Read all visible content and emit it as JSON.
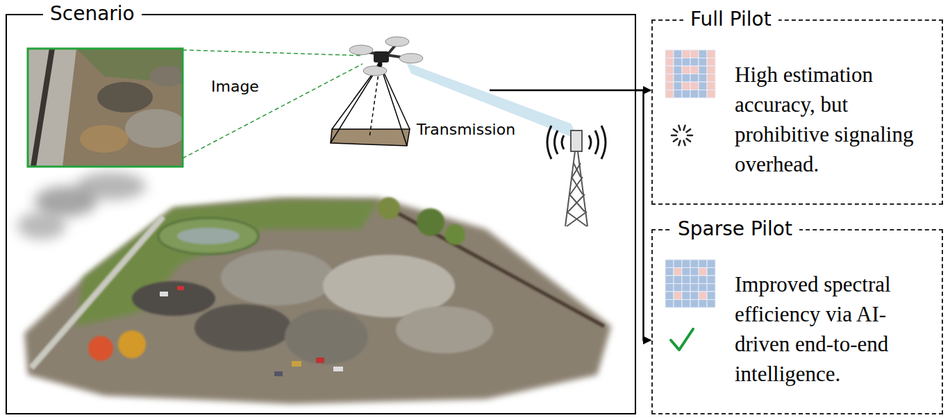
{
  "diagram": {
    "nodes": [
      {
        "text": [
          "Scenario"
        ]
      },
      {
        "text": [
          "Full Pilot",
          "High estimation accuracy, but prohibitive signaling overhead."
        ]
      },
      {
        "text": [
          "Sparse Pilot",
          "Improved spectral efficiency via AI-driven end-to-end intelligence."
        ]
      }
    ],
    "edges": [
      {
        "from": 0,
        "to": 1,
        "arrow": "to"
      },
      {
        "from": 0,
        "to": 2,
        "arrow": "to"
      }
    ],
    "labels": [
      "Image",
      "Transmission"
    ]
  }
}
